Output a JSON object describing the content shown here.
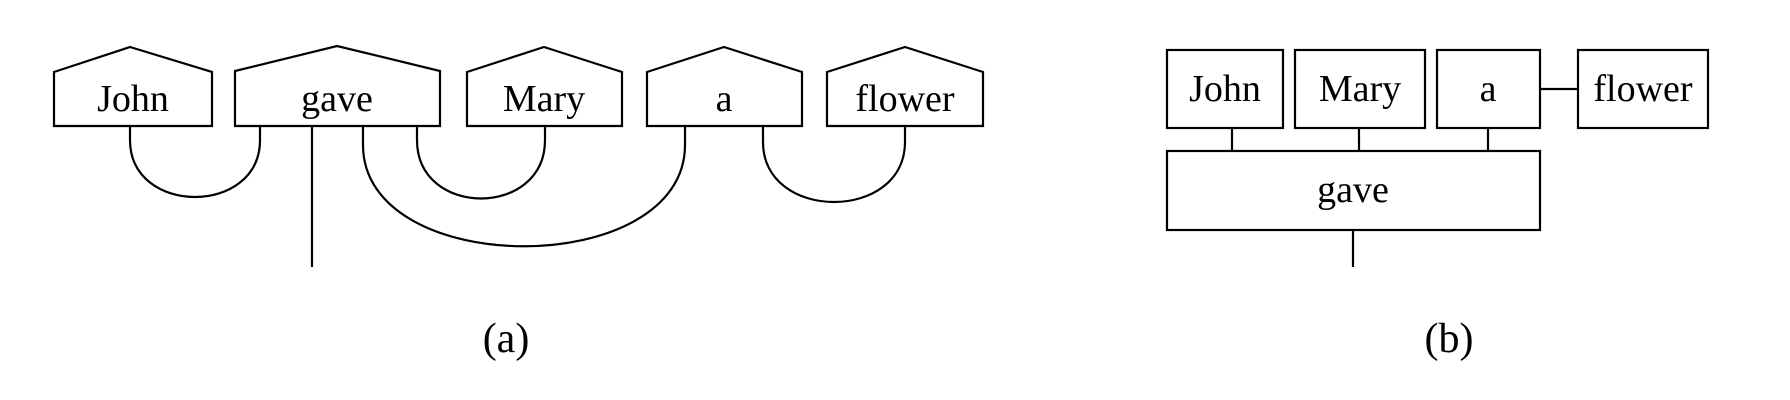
{
  "figure": {
    "captions": {
      "a": "(a)",
      "b": "(b)"
    }
  },
  "diagram_a": {
    "type": "pregroup-string-diagram",
    "words": [
      "John",
      "gave",
      "Mary",
      "a",
      "flower"
    ],
    "wires": [
      {
        "from": "John",
        "to": "gave",
        "shape": "cup"
      },
      {
        "from": "gave",
        "to": "sentence-output",
        "shape": "straight-down"
      },
      {
        "from": "gave",
        "to": "a",
        "shape": "long-cup"
      },
      {
        "from": "gave",
        "to": "Mary",
        "shape": "cup"
      },
      {
        "from": "a",
        "to": "flower",
        "shape": "cup"
      }
    ]
  },
  "diagram_b": {
    "type": "verb-argument-tree",
    "words": [
      "John",
      "Mary",
      "a",
      "flower"
    ],
    "verb": "gave",
    "links": [
      {
        "from": "John",
        "to": "gave"
      },
      {
        "from": "Mary",
        "to": "gave"
      },
      {
        "from": "a",
        "to": "gave"
      },
      {
        "from": "a",
        "to": "flower"
      },
      {
        "from": "gave",
        "to": "output"
      }
    ]
  }
}
